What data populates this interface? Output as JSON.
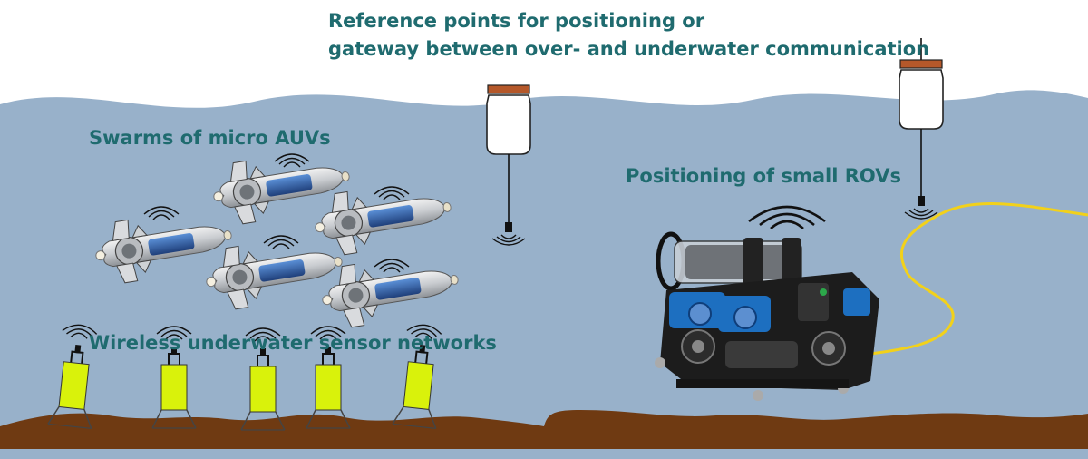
{
  "labels": {
    "reference_line1": "Reference points for positioning or",
    "reference_line2": "gateway between over- and underwater communication",
    "auv": "Swarms of micro AUVs",
    "rov": "Positioning of small ROVs",
    "wsn": "Wireless underwater sensor networks"
  },
  "colors": {
    "water": "#98b1ca",
    "seabed": "#6f3a12",
    "label_text": "#1f6b6f",
    "buoy_cap": "#b5582a",
    "sensor_node": "#d9f20b",
    "tether": "#f2d11a",
    "rov_accent": "#1d6fc0"
  },
  "icons": [
    "buoy-icon",
    "signal-arc-icon",
    "micro-auv-icon",
    "rov-icon",
    "sensor-node-icon",
    "tether-cable"
  ]
}
